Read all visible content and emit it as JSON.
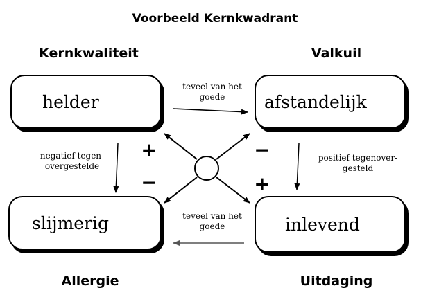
{
  "title": "Voorbeeld Kernkwadrant",
  "quadrants": {
    "kernkwaliteit": {
      "label": "Kernkwaliteit",
      "box": "helder"
    },
    "valkuil": {
      "label": "Valkuil",
      "box": "afstandelijk"
    },
    "allergie": {
      "label": "Allergie",
      "box": "slijmerig"
    },
    "uitdaging": {
      "label": "Uitdaging",
      "box": "inlevend"
    }
  },
  "annotations": {
    "top_line1": "teveel van het",
    "top_line2": "goede",
    "bottom_line1": "teveel van het",
    "bottom_line2": "goede",
    "left_line1": "negatief tegen-",
    "left_line2": "overgestelde",
    "right_line1": "positief tegenover-",
    "right_line2": "gesteld"
  },
  "signs": {
    "upper_left": "+",
    "lower_left": "−",
    "upper_right": "−",
    "lower_right": "+"
  }
}
